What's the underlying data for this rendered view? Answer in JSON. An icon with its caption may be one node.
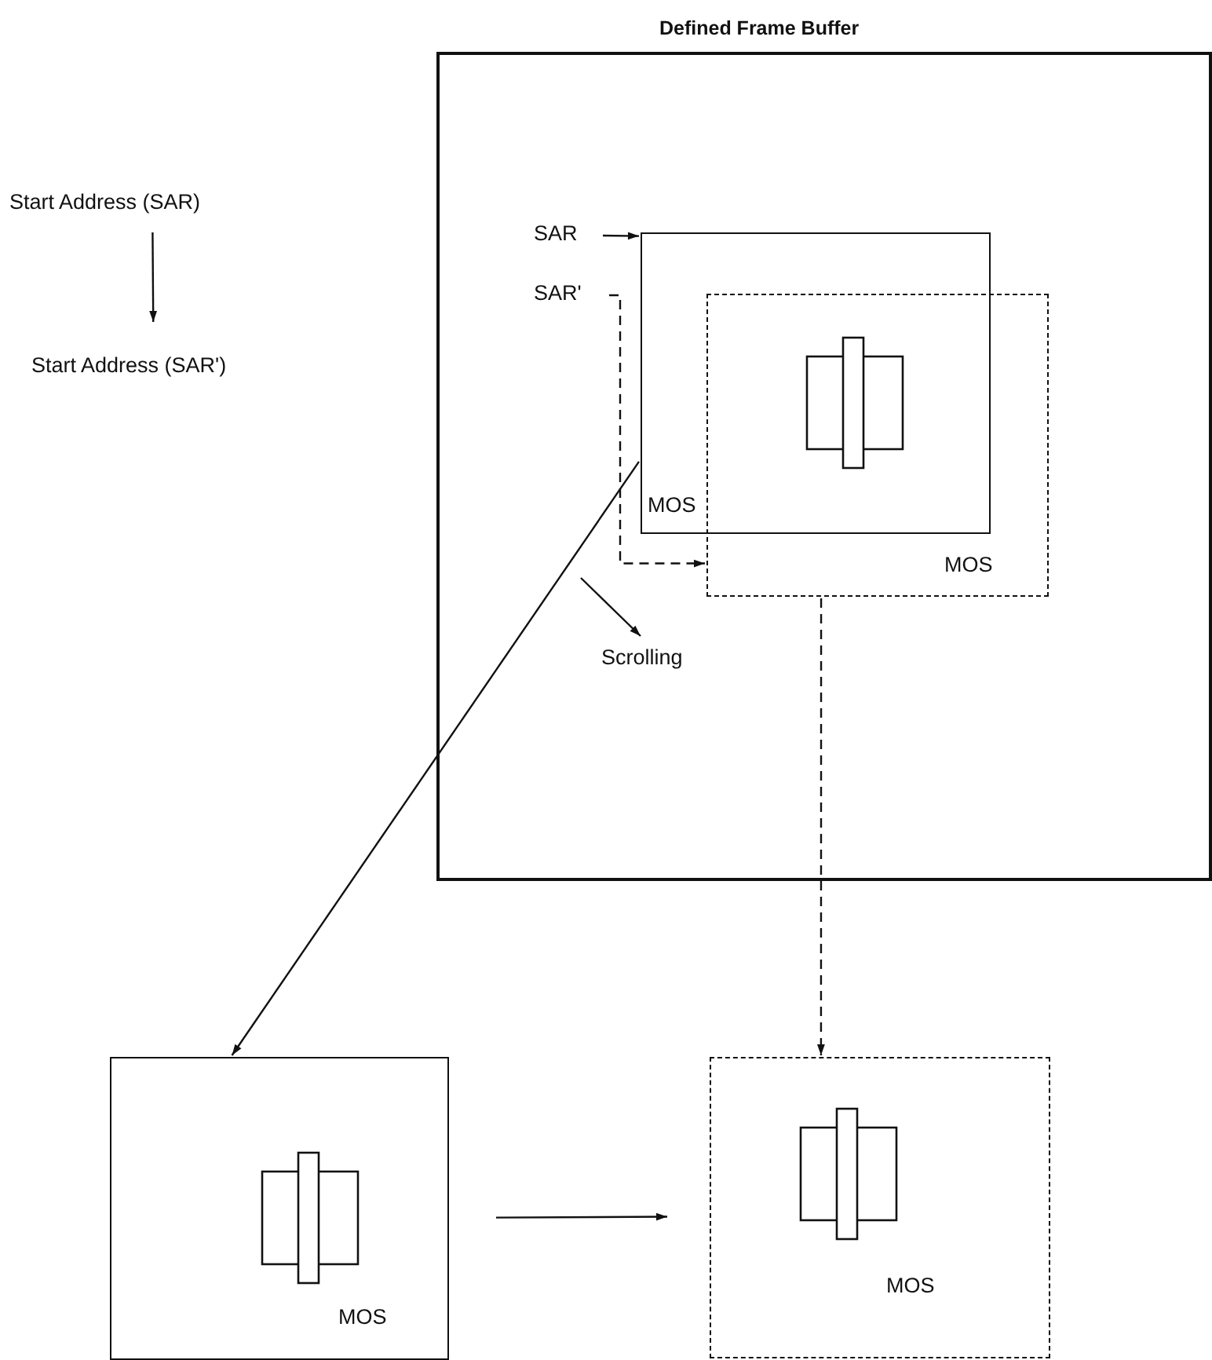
{
  "diagram": {
    "nodes": [
      {
        "text": [
          "Defined Frame Buffer"
        ]
      },
      {
        "text": [
          "Start Address (SAR)"
        ]
      },
      {
        "text": [
          "Start Address (SAR')"
        ]
      },
      {
        "text": [
          "SAR"
        ],
        "in": 0
      },
      {
        "text": [
          "SAR'"
        ],
        "in": 0
      },
      {
        "text": [
          "MOS"
        ],
        "in": 0
      },
      {
        "text": [
          "MOS"
        ],
        "in": 0
      },
      {
        "text": [
          "MOS"
        ]
      },
      {
        "text": [
          "MOS"
        ]
      }
    ],
    "edges": [
      {
        "from": 1,
        "to": 2,
        "arrow": "to"
      },
      {
        "from": 3,
        "to": 5,
        "arrow": "to"
      },
      {
        "from": 4,
        "to": 6,
        "arrow": "to",
        "style": "dashed"
      },
      {
        "from": 5,
        "to": 7,
        "arrow": "to"
      },
      {
        "from": 6,
        "to": 8,
        "arrow": "to",
        "style": "dashed"
      },
      {
        "from": 7,
        "to": 8,
        "arrow": "to"
      }
    ],
    "labels": [
      "Scrolling"
    ]
  }
}
